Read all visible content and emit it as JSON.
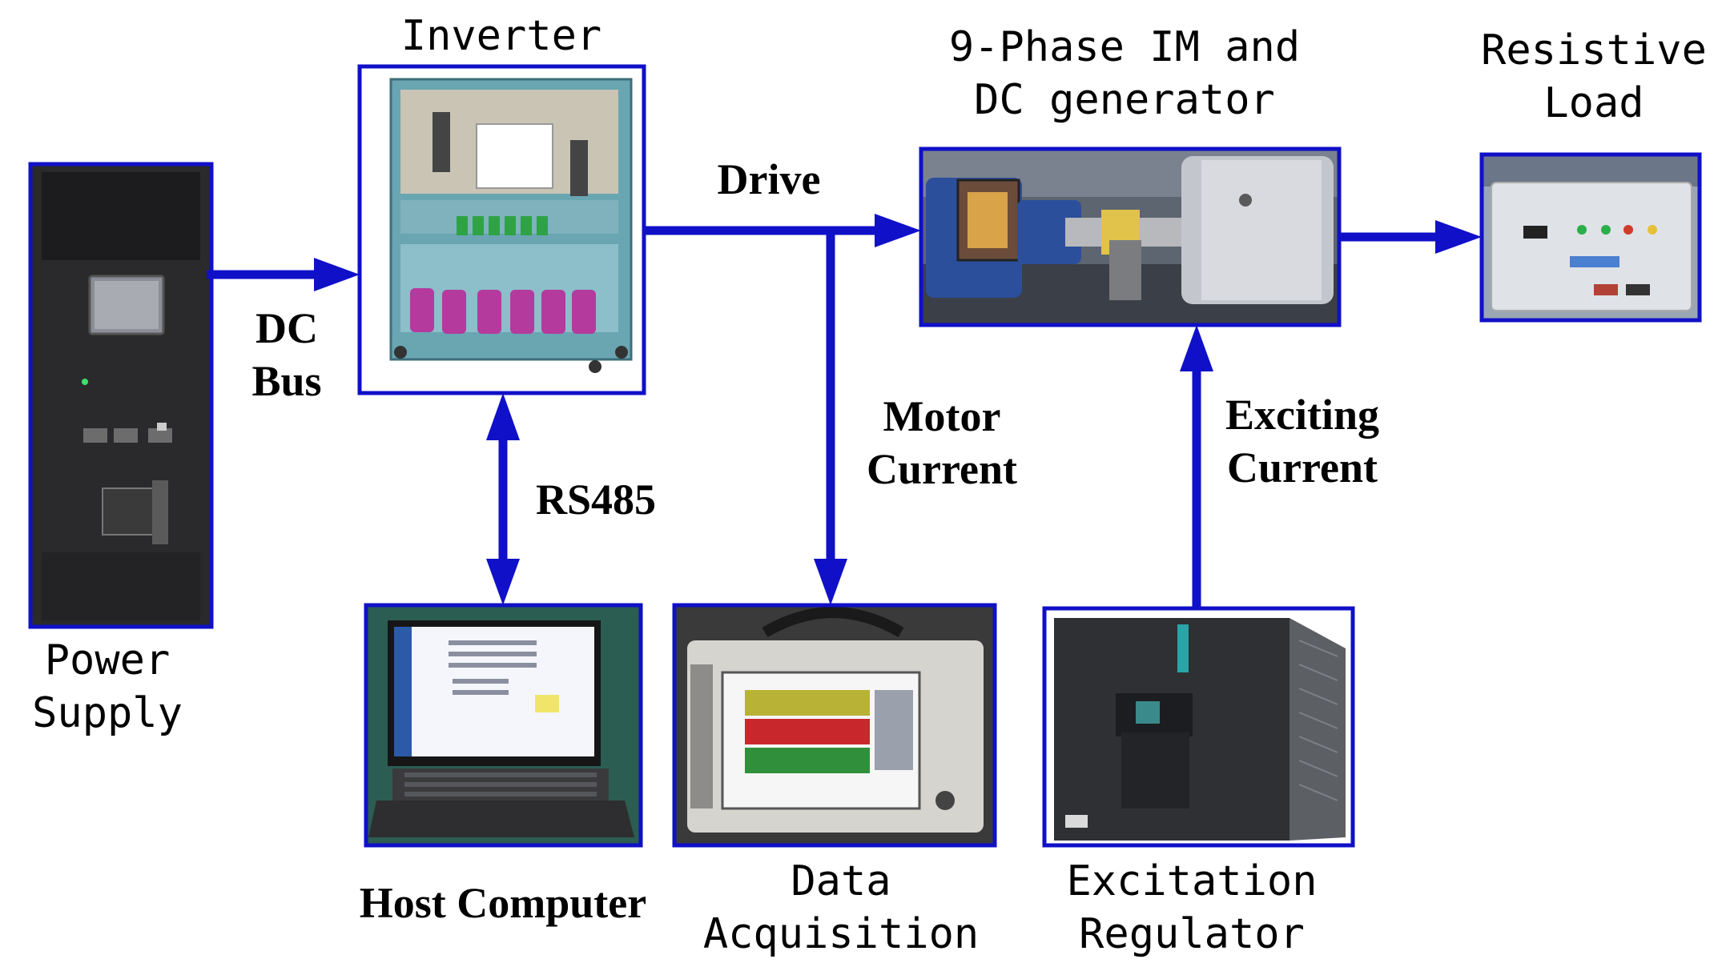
{
  "colors": {
    "accent": "#1010c8"
  },
  "labels": {
    "inverter": "Inverter",
    "motor_line1": "9-Phase IM and",
    "motor_line2": "DC generator",
    "load_line1": "Resistive",
    "load_line2": "Load",
    "power_line1": "Power",
    "power_line2": "Supply",
    "dcbus_line1": "DC",
    "dcbus_line2": "Bus",
    "drive": "Drive",
    "rs485": "RS485",
    "motor_current_line1": "Motor",
    "motor_current_line2": "Current",
    "exciting_line1": "Exciting",
    "exciting_line2": "Current",
    "host": "Host Computer",
    "daq_line1": "Data",
    "daq_line2": "Acquisition",
    "excitation_line1": "Excitation",
    "excitation_line2": "Regulator"
  }
}
